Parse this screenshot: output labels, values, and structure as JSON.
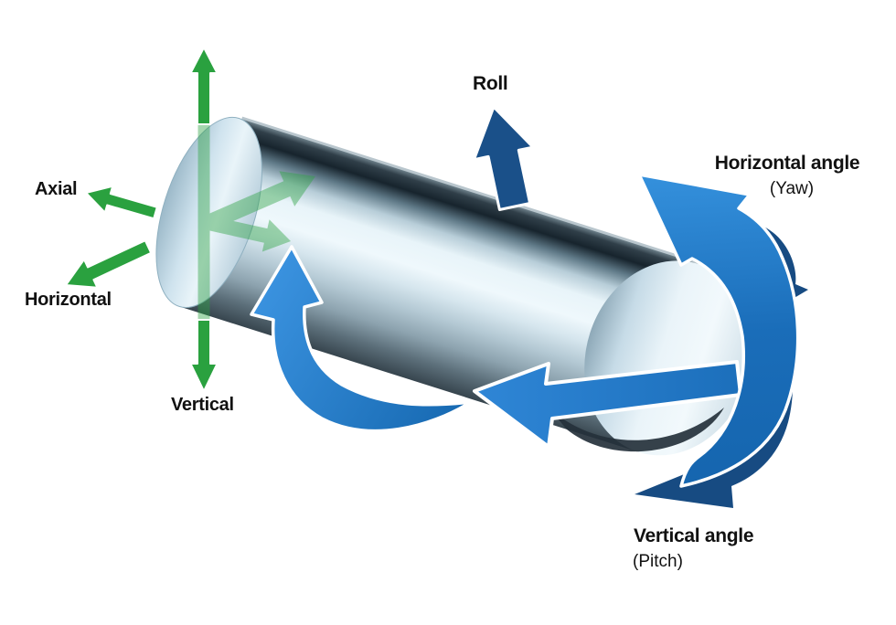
{
  "diagram": {
    "description": "Cylinder with measurement axes and rotation directions",
    "labels": {
      "axial": "Axial",
      "horizontal": "Horizontal",
      "vertical": "Vertical",
      "roll": "Roll",
      "horizontal_angle": "Horizontal angle",
      "horizontal_angle_sub": "(Yaw)",
      "vertical_angle": "Vertical angle",
      "vertical_angle_sub": "(Pitch)"
    },
    "colors": {
      "axis_green": "#2aa13f",
      "rotation_blue": "#2b82d4",
      "rotation_navy": "#174b82",
      "label_text": "#111111",
      "background": "#ffffff"
    }
  }
}
